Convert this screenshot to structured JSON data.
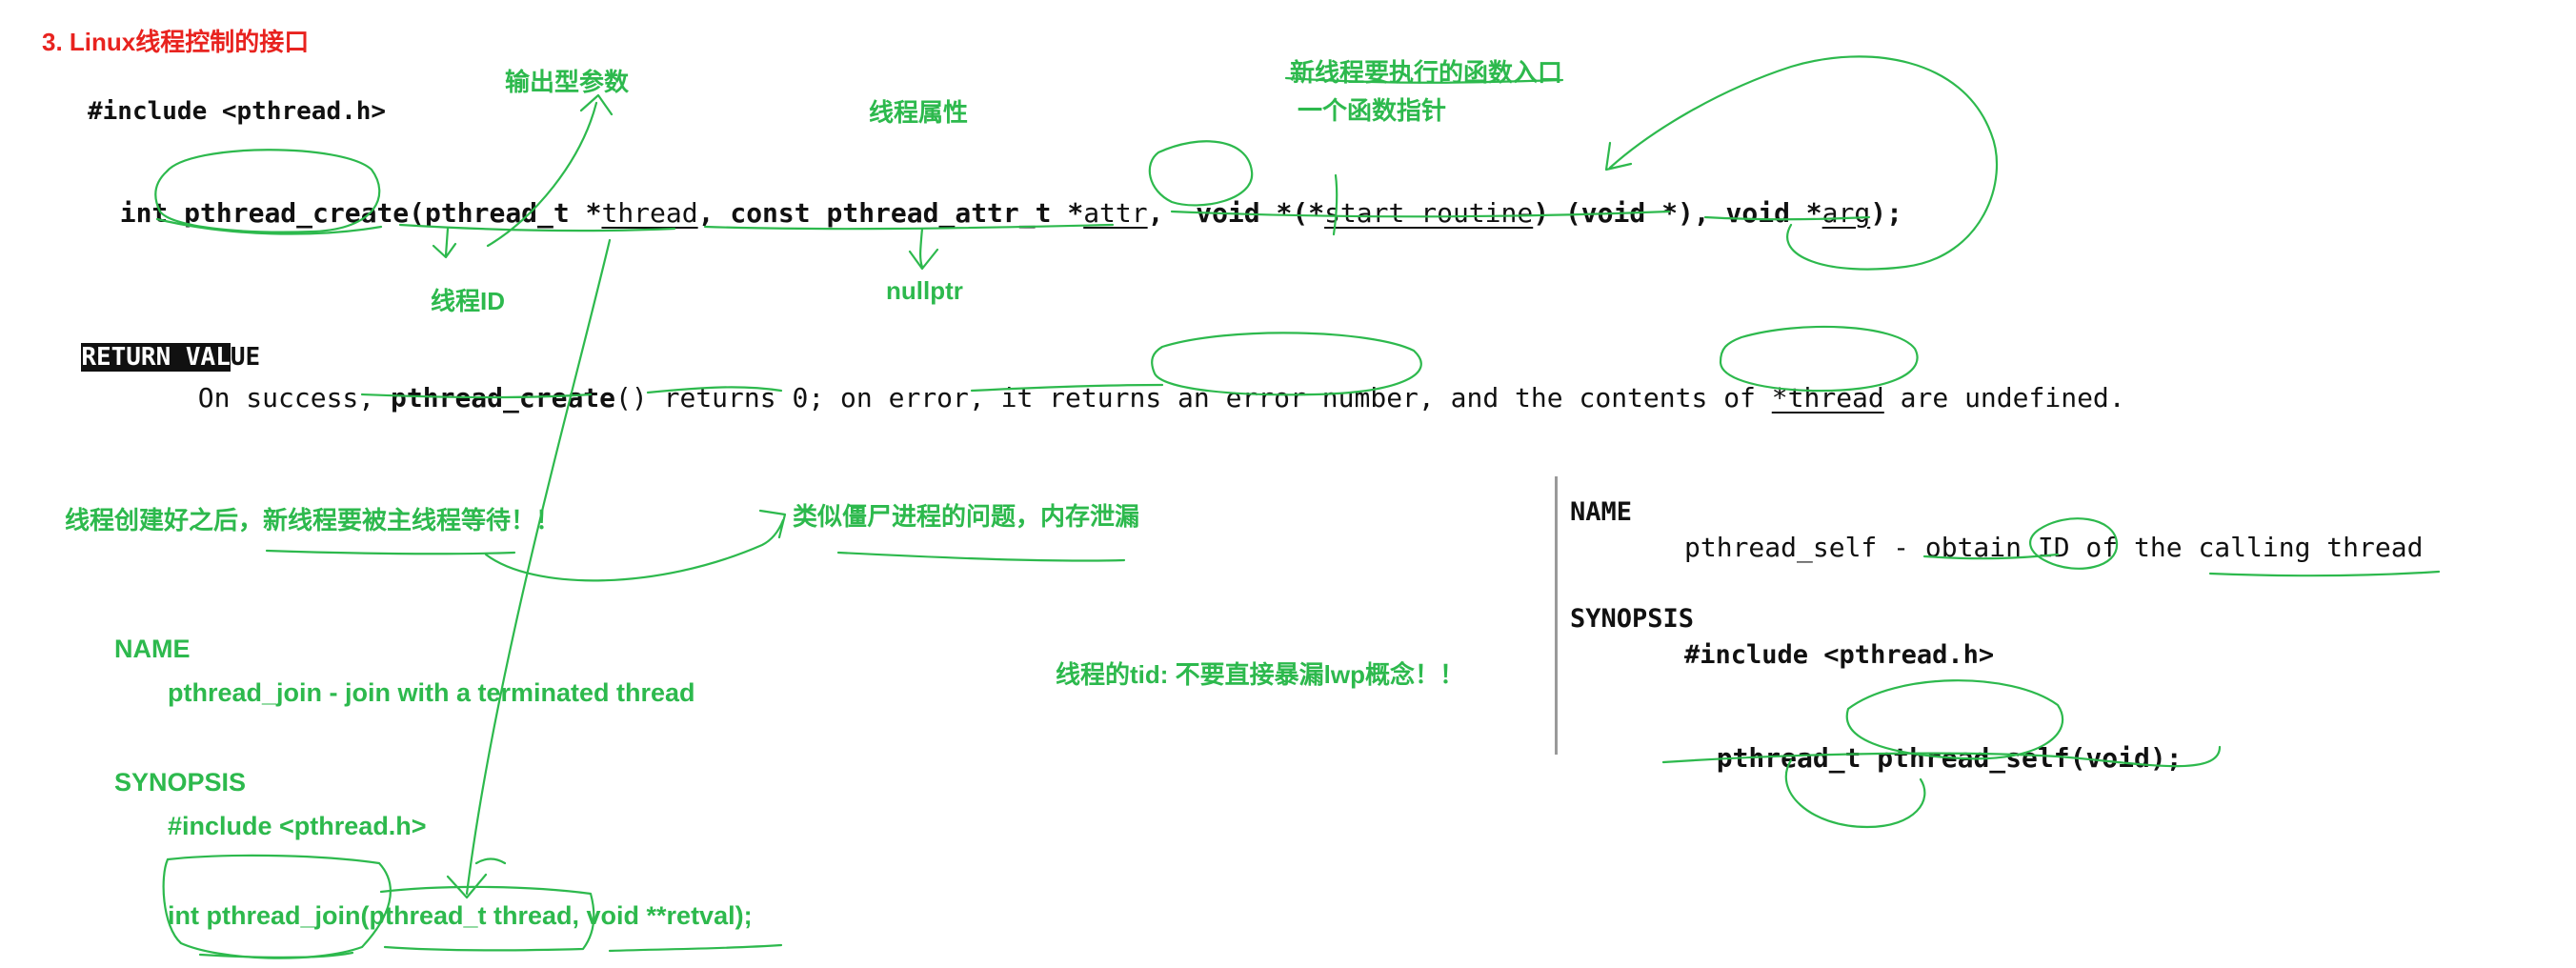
{
  "heading": "3. Linux线程控制的接口",
  "create": {
    "include": "#include <pthread.h>",
    "sig": {
      "int": "int ",
      "fname": "pthread_create",
      "p1": "(pthread_t *",
      "thread": "thread",
      "p2": ", const pthread_attr_t *",
      "attr": "attr",
      "p3": ",  void *(*",
      "start": "start_routine",
      "p4": ") (void *), void *",
      "arg": "arg",
      "p5": ");"
    }
  },
  "ret": {
    "head_a": "RETURN VAL",
    "head_b": "UE",
    "l1": "On success, ",
    "fn": "pthread_create",
    "l2": "() returns 0; on error, it returns an error number, and the contents of ",
    "thr": "*thread",
    "l3": " are undefined."
  },
  "notes": {
    "out_param": "输出型参数",
    "attr": "线程属性",
    "entry": "新线程要执行的函数入口",
    "funcptr": "一个函数指针",
    "tid": "线程ID",
    "nullptr": "nullptr",
    "wait": "线程创建好之后，新线程要被主线程等待！！",
    "zombie": "类似僵尸进程的问题，内存泄漏",
    "lwp": "线程的tid: 不要直接暴漏lwp概念！！"
  },
  "join": {
    "name_head": "NAME",
    "name_body": "pthread_join - join with a terminated thread",
    "syn_head": "SYNOPSIS",
    "include": "#include <pthread.h>",
    "sig": "int pthread_join(pthread_t thread, void **retval);"
  },
  "self": {
    "name_head": "NAME",
    "name_body": "pthread_self - obtain ID of the calling thread",
    "syn_head": "SYNOPSIS",
    "include": "#include <pthread.h>",
    "sig_type": "pthread_t ",
    "sig_fn": "pthread_self",
    "sig_rest": "(void);"
  },
  "colors": {
    "ink": "#2db94d",
    "heading": "#e8231f",
    "text": "#111111"
  }
}
